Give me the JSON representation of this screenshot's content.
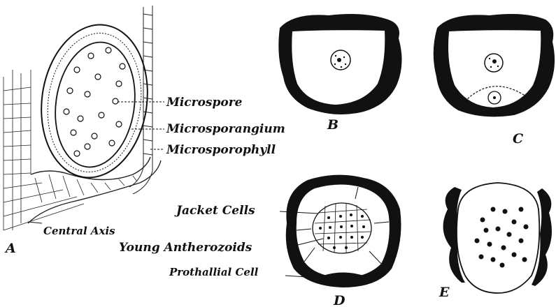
{
  "labels": {
    "microspore": "Microspore",
    "microsporangium": "Microsporangium",
    "microsporophyll": "Microsporophyll",
    "central_axis": "Central Axis",
    "jacket_cells": "Jacket Cells",
    "young_antherozoids": "Young Antherozoids",
    "prothallial_cell": "Prothallial Cell"
  },
  "panel_letters": {
    "a": "A",
    "b": "B",
    "c": "C",
    "d": "D",
    "e": "E"
  },
  "colors": {
    "ink": "#111111",
    "paper": "#ffffff"
  }
}
